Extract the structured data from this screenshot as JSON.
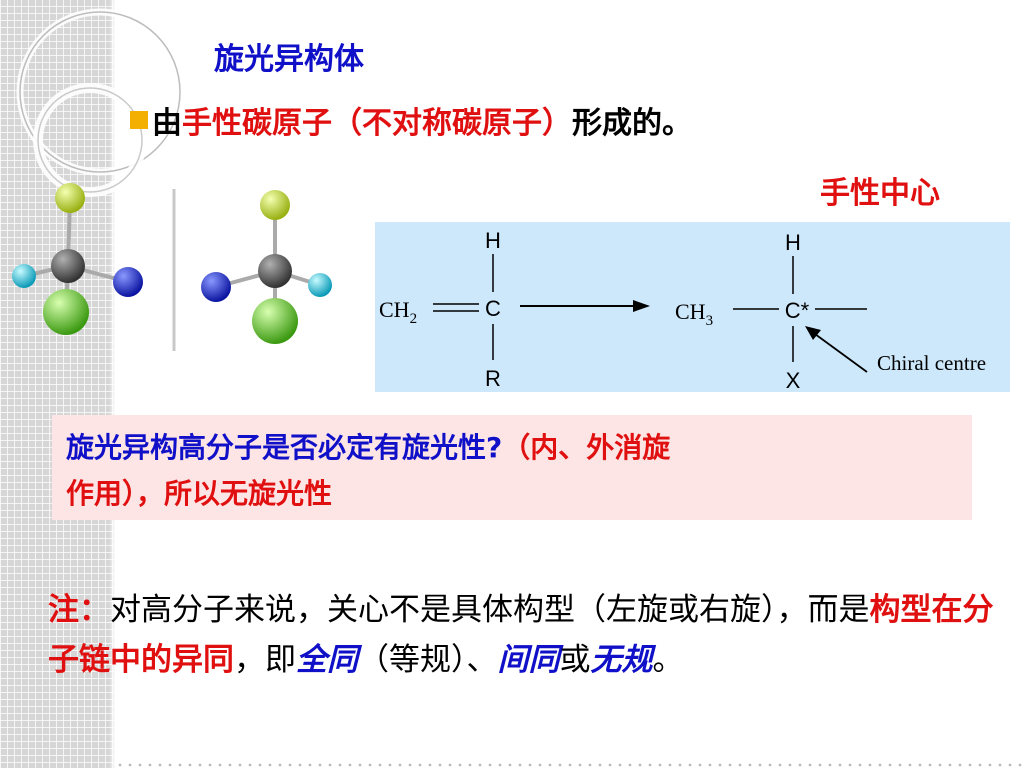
{
  "slide": {
    "title": "旋光异构体",
    "bullet": {
      "prefix": "由",
      "highlight": "手性碳原子（不对称碳原子）",
      "suffix": "形成的。"
    },
    "chiral_center_label": "手性中心",
    "reaction": {
      "left": {
        "group": "CH",
        "sub": "2",
        "top": "H",
        "center": "C",
        "bottom": "R"
      },
      "right": {
        "group": "CH",
        "sub": "3",
        "top": "H",
        "center": "C*",
        "bottom": "X"
      },
      "annotation": "Chiral centre"
    },
    "question": {
      "text": "旋光异构高分子是否必定有旋光性?",
      "answer_part1": "（内、外消旋",
      "answer_part2": "作用），所以",
      "answer_part3": "无旋光性"
    },
    "note": {
      "label": "注：",
      "text1": "对高分子来说，关心不是具体构型（左旋或右旋），而是",
      "emphasis": "构型在分子链中的异同",
      "text2": "，即",
      "term1": "全同",
      "text3": "（等规）、",
      "term2": "间同",
      "text4": "或",
      "term3": "无规",
      "text5": "。"
    }
  },
  "colors": {
    "title_blue": "#1010c8",
    "emphasis_red": "#e01010",
    "bullet_gold": "#f3b000",
    "reaction_bg": "#cde8fb",
    "question_bg": "#fde5e5",
    "atom_carbon": "#555555",
    "atom_yellow_green": "#c8dc3c",
    "atom_cyan": "#28c8e0",
    "atom_blue": "#1428e6",
    "atom_green": "#6cd23c"
  }
}
